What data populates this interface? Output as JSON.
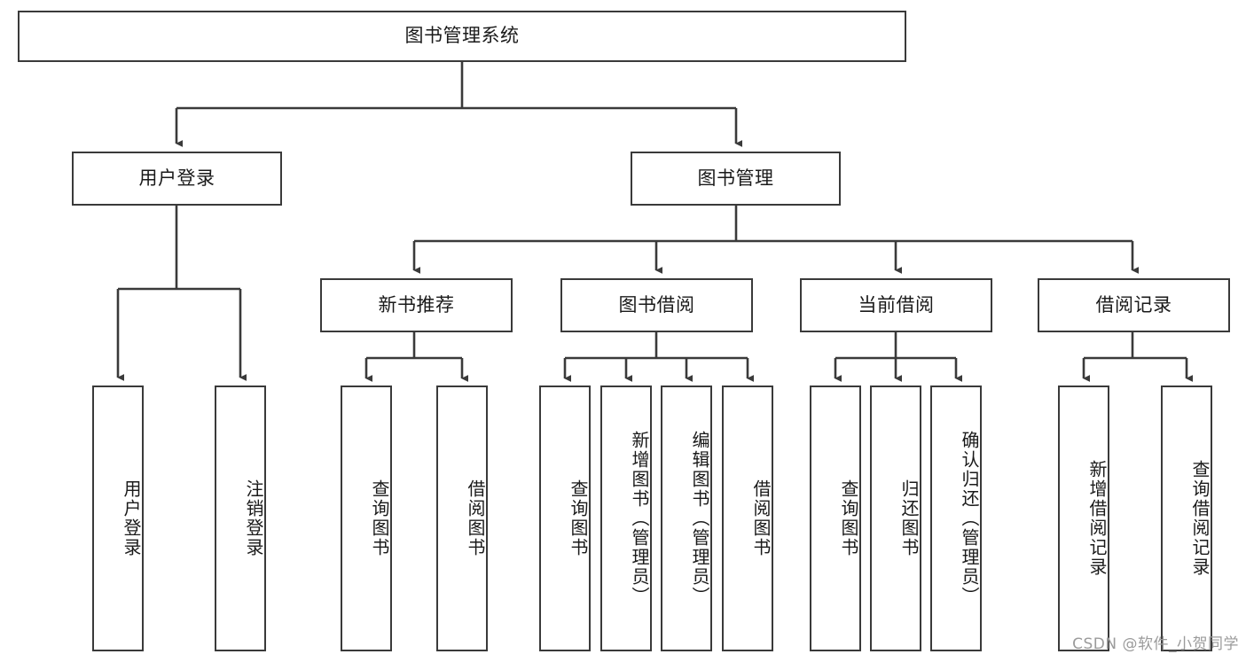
{
  "diagram": {
    "title": "图书管理系统",
    "type": "hierarchy-tree",
    "stroke_color": "#3a3a3a",
    "background_color": "#ffffff",
    "text_color": "#1a1a1a"
  },
  "nodes": {
    "root": {
      "label": "图书管理系统",
      "level": 1
    },
    "user_login": {
      "label": "用户登录",
      "level": 2
    },
    "book_manage": {
      "label": "图书管理",
      "level": 2
    },
    "new_book_rec": {
      "label": "新书推荐",
      "level": 3
    },
    "book_borrow": {
      "label": "图书借阅",
      "level": 3
    },
    "current_borrow": {
      "label": "当前借阅",
      "level": 3
    },
    "borrow_record": {
      "label": "借阅记录",
      "level": 3
    },
    "leaf_user_login": {
      "label": "用户登录",
      "level": 4
    },
    "leaf_logout": {
      "label": "注销登录",
      "level": 4
    },
    "leaf_query_book_1": {
      "label": "查询图书",
      "level": 4
    },
    "leaf_borrow_book_1": {
      "label": "借阅图书",
      "level": 4
    },
    "leaf_query_book_2": {
      "label": "查询图书",
      "level": 4
    },
    "leaf_add_book": {
      "label": "新增图书（管理员）",
      "level": 4
    },
    "leaf_edit_book": {
      "label": "编辑图书（管理员）",
      "level": 4
    },
    "leaf_borrow_book_2": {
      "label": "借阅图书",
      "level": 4
    },
    "leaf_query_book_3": {
      "label": "查询图书",
      "level": 4
    },
    "leaf_return_book": {
      "label": "归还图书",
      "level": 4
    },
    "leaf_confirm_return": {
      "label": "确认归还（管理员）",
      "level": 4
    },
    "leaf_add_record": {
      "label": "新增借阅记录",
      "level": 4
    },
    "leaf_query_record": {
      "label": "查询借阅记录",
      "level": 4
    }
  },
  "edges": [
    {
      "from": "root",
      "to": "user_login"
    },
    {
      "from": "root",
      "to": "book_manage"
    },
    {
      "from": "user_login",
      "to": "leaf_user_login"
    },
    {
      "from": "user_login",
      "to": "leaf_logout"
    },
    {
      "from": "book_manage",
      "to": "new_book_rec"
    },
    {
      "from": "book_manage",
      "to": "book_borrow"
    },
    {
      "from": "book_manage",
      "to": "current_borrow"
    },
    {
      "from": "book_manage",
      "to": "borrow_record"
    },
    {
      "from": "new_book_rec",
      "to": "leaf_query_book_1"
    },
    {
      "from": "new_book_rec",
      "to": "leaf_borrow_book_1"
    },
    {
      "from": "book_borrow",
      "to": "leaf_query_book_2"
    },
    {
      "from": "book_borrow",
      "to": "leaf_add_book"
    },
    {
      "from": "book_borrow",
      "to": "leaf_edit_book"
    },
    {
      "from": "book_borrow",
      "to": "leaf_borrow_book_2"
    },
    {
      "from": "current_borrow",
      "to": "leaf_query_book_3"
    },
    {
      "from": "current_borrow",
      "to": "leaf_return_book"
    },
    {
      "from": "current_borrow",
      "to": "leaf_confirm_return"
    },
    {
      "from": "borrow_record",
      "to": "leaf_add_record"
    },
    {
      "from": "borrow_record",
      "to": "leaf_query_record"
    }
  ],
  "watermark": {
    "text": "CSDN @软件_小贺同学"
  }
}
